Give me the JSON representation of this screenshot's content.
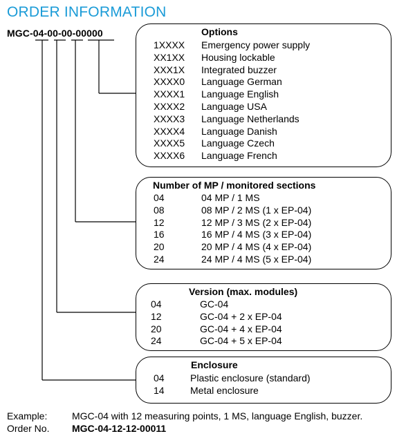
{
  "title": "ORDER INFORMATION",
  "order_code": "MGC-04-00-00-00000",
  "options": {
    "header": "Options",
    "items": [
      {
        "code": "1XXXX",
        "desc": "Emergency power supply"
      },
      {
        "code": "XX1XX",
        "desc": "Housing lockable"
      },
      {
        "code": "XXX1X",
        "desc": "Integrated buzzer"
      },
      {
        "code": "XXXX0",
        "desc": "Language German"
      },
      {
        "code": "XXXX1",
        "desc": "Language English"
      },
      {
        "code": "XXXX2",
        "desc": "Language USA"
      },
      {
        "code": "XXXX3",
        "desc": "Language Netherlands"
      },
      {
        "code": "XXXX4",
        "desc": "Language Danish"
      },
      {
        "code": "XXXX5",
        "desc": "Language Czech"
      },
      {
        "code": "XXXX6",
        "desc": "Language French"
      }
    ]
  },
  "mp_sections": {
    "header": "Number of MP / monitored sections",
    "items": [
      {
        "code": "04",
        "desc": "04 MP / 1 MS"
      },
      {
        "code": "08",
        "desc": "08 MP / 2 MS (1 x EP-04)"
      },
      {
        "code": "12",
        "desc": "12 MP / 3 MS (2 x EP-04)"
      },
      {
        "code": "16",
        "desc": "16 MP / 4 MS (3 x EP-04)"
      },
      {
        "code": "20",
        "desc": "20 MP / 4 MS (4 x EP-04)"
      },
      {
        "code": "24",
        "desc": "24 MP / 4 MS (5 x EP-04)"
      }
    ]
  },
  "version": {
    "header": "Version (max. modules)",
    "items": [
      {
        "code": "04",
        "desc": "GC-04"
      },
      {
        "code": "12",
        "desc": "GC-04 + 2 x EP-04"
      },
      {
        "code": "20",
        "desc": "GC-04 + 4 x EP-04"
      },
      {
        "code": "24",
        "desc": "GC-04 + 5 x EP-04"
      }
    ]
  },
  "enclosure": {
    "header": "Enclosure",
    "items": [
      {
        "code": "04",
        "desc": "Plastic enclosure (standard)"
      },
      {
        "code": "14",
        "desc": "Metal enclosure"
      }
    ]
  },
  "footer": {
    "example_label": "Example:",
    "example_text": "MGC-04 with 12 measuring points, 1 MS, language English, buzzer.",
    "order_label": "Order No.",
    "order_value": "MGC-04-12-12-00011"
  }
}
